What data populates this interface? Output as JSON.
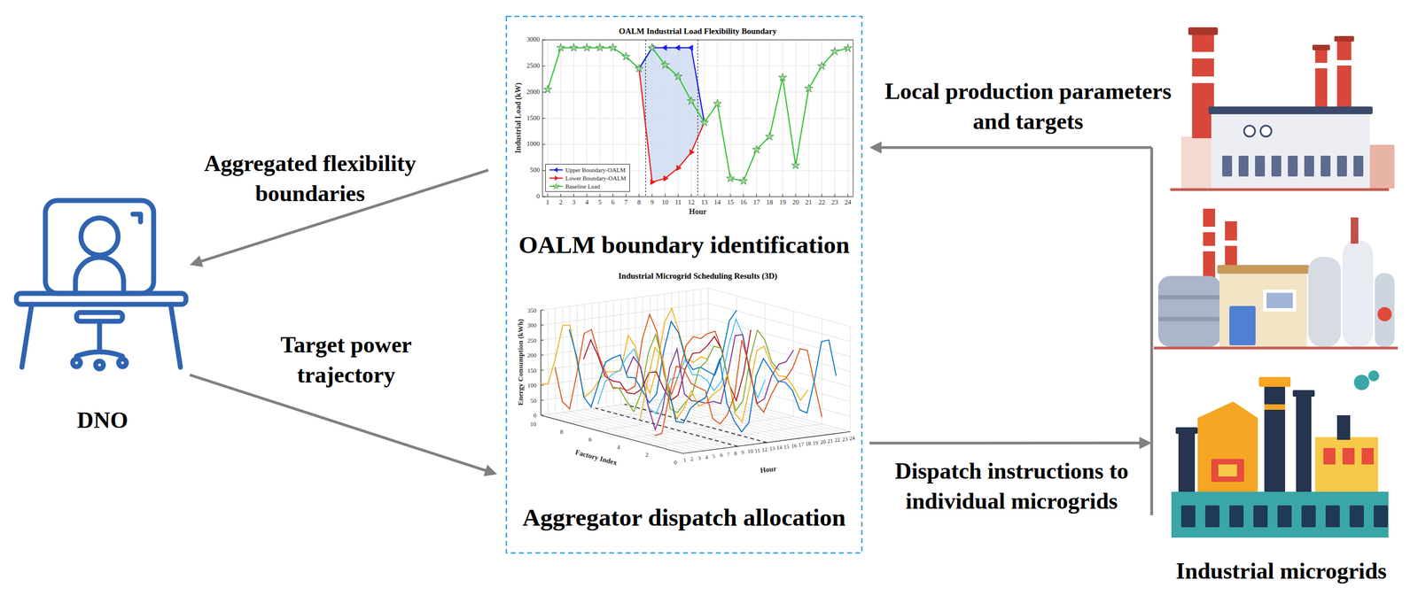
{
  "diagram": {
    "nodes": [
      {
        "text": [
          "DNO"
        ]
      },
      {
        "text": [
          "OALM Industrial Load Flexibility Boundary",
          "OALM boundary identification"
        ]
      },
      {
        "text": [
          "Industrial Microgrid Scheduling Results (3D)",
          "Aggregator dispatch allocation"
        ]
      },
      {
        "text": [
          "Industrial microgrids"
        ]
      }
    ],
    "edges": [
      {
        "from": 1,
        "to": 0,
        "arrow": "to",
        "label": "Aggregated flexibility boundaries"
      },
      {
        "from": 0,
        "to": 2,
        "arrow": "to",
        "label": "Target power trajectory"
      },
      {
        "from": 3,
        "to": 1,
        "arrow": "to",
        "label": "Local production parameters and targets"
      },
      {
        "from": 2,
        "to": 3,
        "arrow": "to",
        "label": "Dispatch instructions to individual microgrids"
      }
    ],
    "labels": [
      "Industrial Load (kW)",
      "Hour",
      "0",
      "500",
      "1000",
      "1500",
      "2000",
      "2500",
      "3000",
      "1",
      "2",
      "3",
      "4",
      "5",
      "6",
      "7",
      "8",
      "9",
      "10",
      "11",
      "12",
      "13",
      "14",
      "15",
      "16",
      "17",
      "18",
      "19",
      "20",
      "21",
      "22",
      "23",
      "24",
      "Energy Consumption (kWh)",
      "Factory Index",
      "Hour",
      "0",
      "50",
      "100",
      "150",
      "200",
      "250",
      "300",
      "350",
      "10",
      "8",
      "6",
      "4",
      "2",
      "0",
      "1",
      "2",
      "3",
      "4",
      "5",
      "6",
      "7",
      "8",
      "9",
      "10",
      "11",
      "12",
      "13",
      "14",
      "15",
      "16",
      "17",
      "18",
      "19",
      "20",
      "21",
      "22",
      "23",
      "24"
    ],
    "legend": [
      {
        "text": "Upper Boundary-OALM"
      },
      {
        "text": "Lower Boundary-OALM"
      },
      {
        "text": "Baseline Load"
      }
    ]
  }
}
